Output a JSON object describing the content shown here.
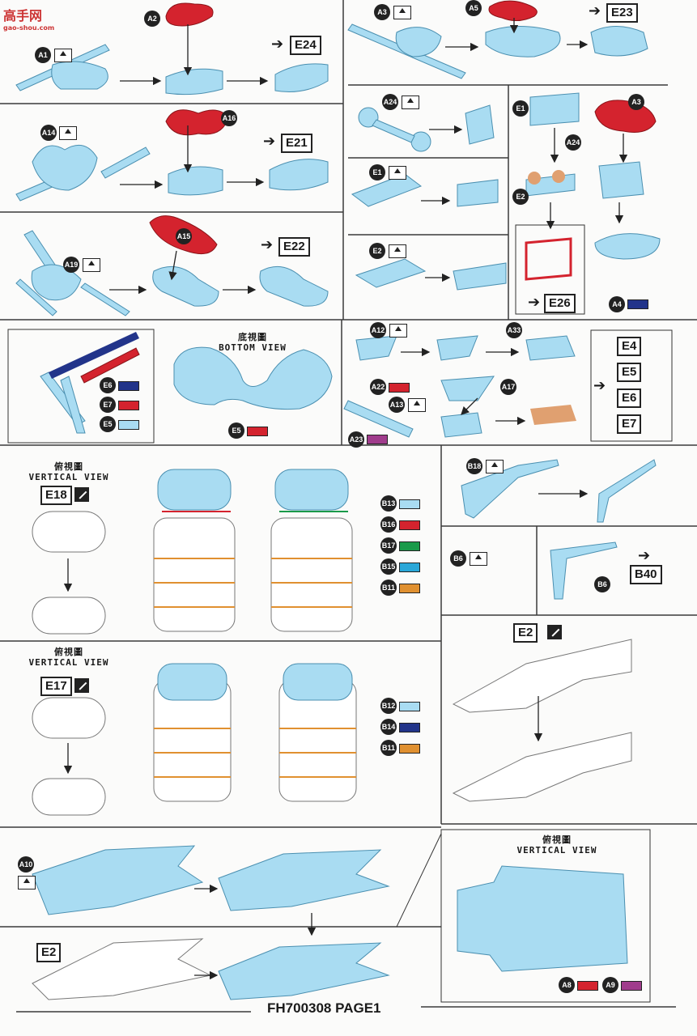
{
  "watermark": {
    "text": "高手网",
    "url": "gao-shou.com"
  },
  "footer": {
    "code": "FH700308 PAGE1"
  },
  "colors": {
    "light_blue": "#a9dcf2",
    "red": "#d4232e",
    "dark_blue": "#22348a",
    "green": "#1a9a4a",
    "cyan": "#2aa7d8",
    "orange": "#e09030",
    "purple": "#a03c8c",
    "gray": "#888888"
  },
  "steps": {
    "s1": {
      "part_a": "A1",
      "part_b": "A2",
      "ref": "E24"
    },
    "s2": {
      "part_a": "A14",
      "part_b": "A16",
      "ref": "E21"
    },
    "s3": {
      "part_a": "A19",
      "part_b": "A15",
      "ref": "E22"
    },
    "s4": {
      "part_a": "A3",
      "part_b": "A5",
      "ref": "E23"
    },
    "s5": {
      "part": "A24"
    },
    "s6": {
      "part": "E1"
    },
    "s7": {
      "part": "E2"
    },
    "s8": {
      "part_e1": "E1",
      "part_a24": "A24",
      "part_e2": "E2",
      "ref": "E26"
    },
    "s9": {
      "part_a3": "A3",
      "part_a4": "A4"
    },
    "s10": {
      "swatches": [
        "E6",
        "E7",
        "E5"
      ]
    },
    "s11": {
      "title_zh": "底視圖",
      "title_en": "BOTTOM VIEW",
      "swatch": "E5"
    },
    "s12": {
      "part_a12": "A12",
      "part_a33": "A33",
      "part_a22": "A22",
      "part_a13": "A13",
      "part_a17": "A17",
      "part_a23": "A23",
      "refs": [
        "E4",
        "E5",
        "E6",
        "E7"
      ]
    },
    "s13": {
      "title_zh": "俯視圖",
      "title_en": "VERTICAL VIEW",
      "part": "E18",
      "swatches": [
        "B13",
        "B16",
        "B17",
        "B15",
        "B11"
      ]
    },
    "s14": {
      "part": "B18"
    },
    "s15": {
      "part_b6": "B6",
      "part_b6b": "B6",
      "ref": "B40"
    },
    "s16": {
      "title_zh": "俯視圖",
      "title_en": "VERTICAL VIEW",
      "part": "E17",
      "swatches": [
        "B12",
        "B14",
        "B11"
      ]
    },
    "s17": {
      "part": "E2"
    },
    "s18": {
      "part_a10": "A10",
      "part_e2": "E2"
    },
    "s19": {
      "title_zh": "俯視圖",
      "title_en": "VERTICAL VIEW",
      "swatches": [
        "A8",
        "A9"
      ]
    }
  }
}
